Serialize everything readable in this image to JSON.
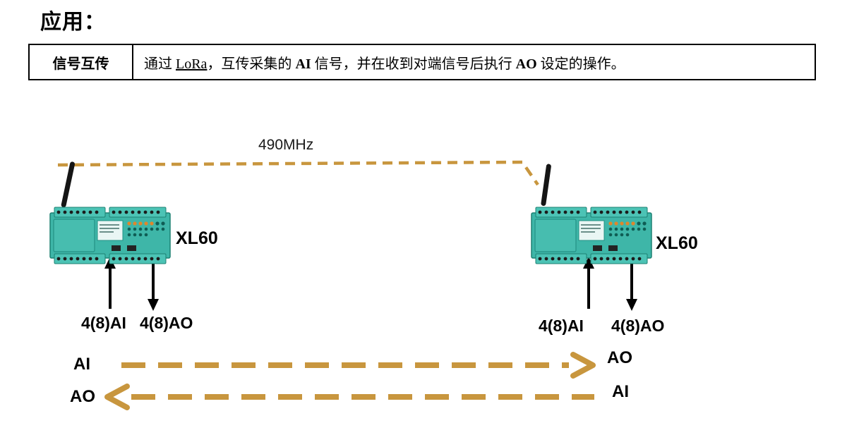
{
  "title": "应用：",
  "table": {
    "label": "信号互传",
    "desc": {
      "p1": "通过 ",
      "lora": "LoRa",
      "p2": "，互传采集的 ",
      "ai": "AI",
      "p3": " 信号，并在收到对端信号后执行 ",
      "ao": "AO",
      "p4": " 设定的操作。"
    }
  },
  "diagram": {
    "frequency": "490MHz",
    "devices": [
      {
        "model": "XL60",
        "input": "4(8)AI",
        "output": "4(8)AO"
      },
      {
        "model": "XL60",
        "input": "4(8)AI",
        "output": "4(8)AO"
      }
    ],
    "flows": [
      {
        "left": "AI",
        "right": "AO",
        "direction": "right"
      },
      {
        "left": "AO",
        "right": "AI",
        "direction": "left"
      }
    ]
  },
  "colors": {
    "link_gold": "#C8963E",
    "device_teal": "#3EB6A8"
  }
}
